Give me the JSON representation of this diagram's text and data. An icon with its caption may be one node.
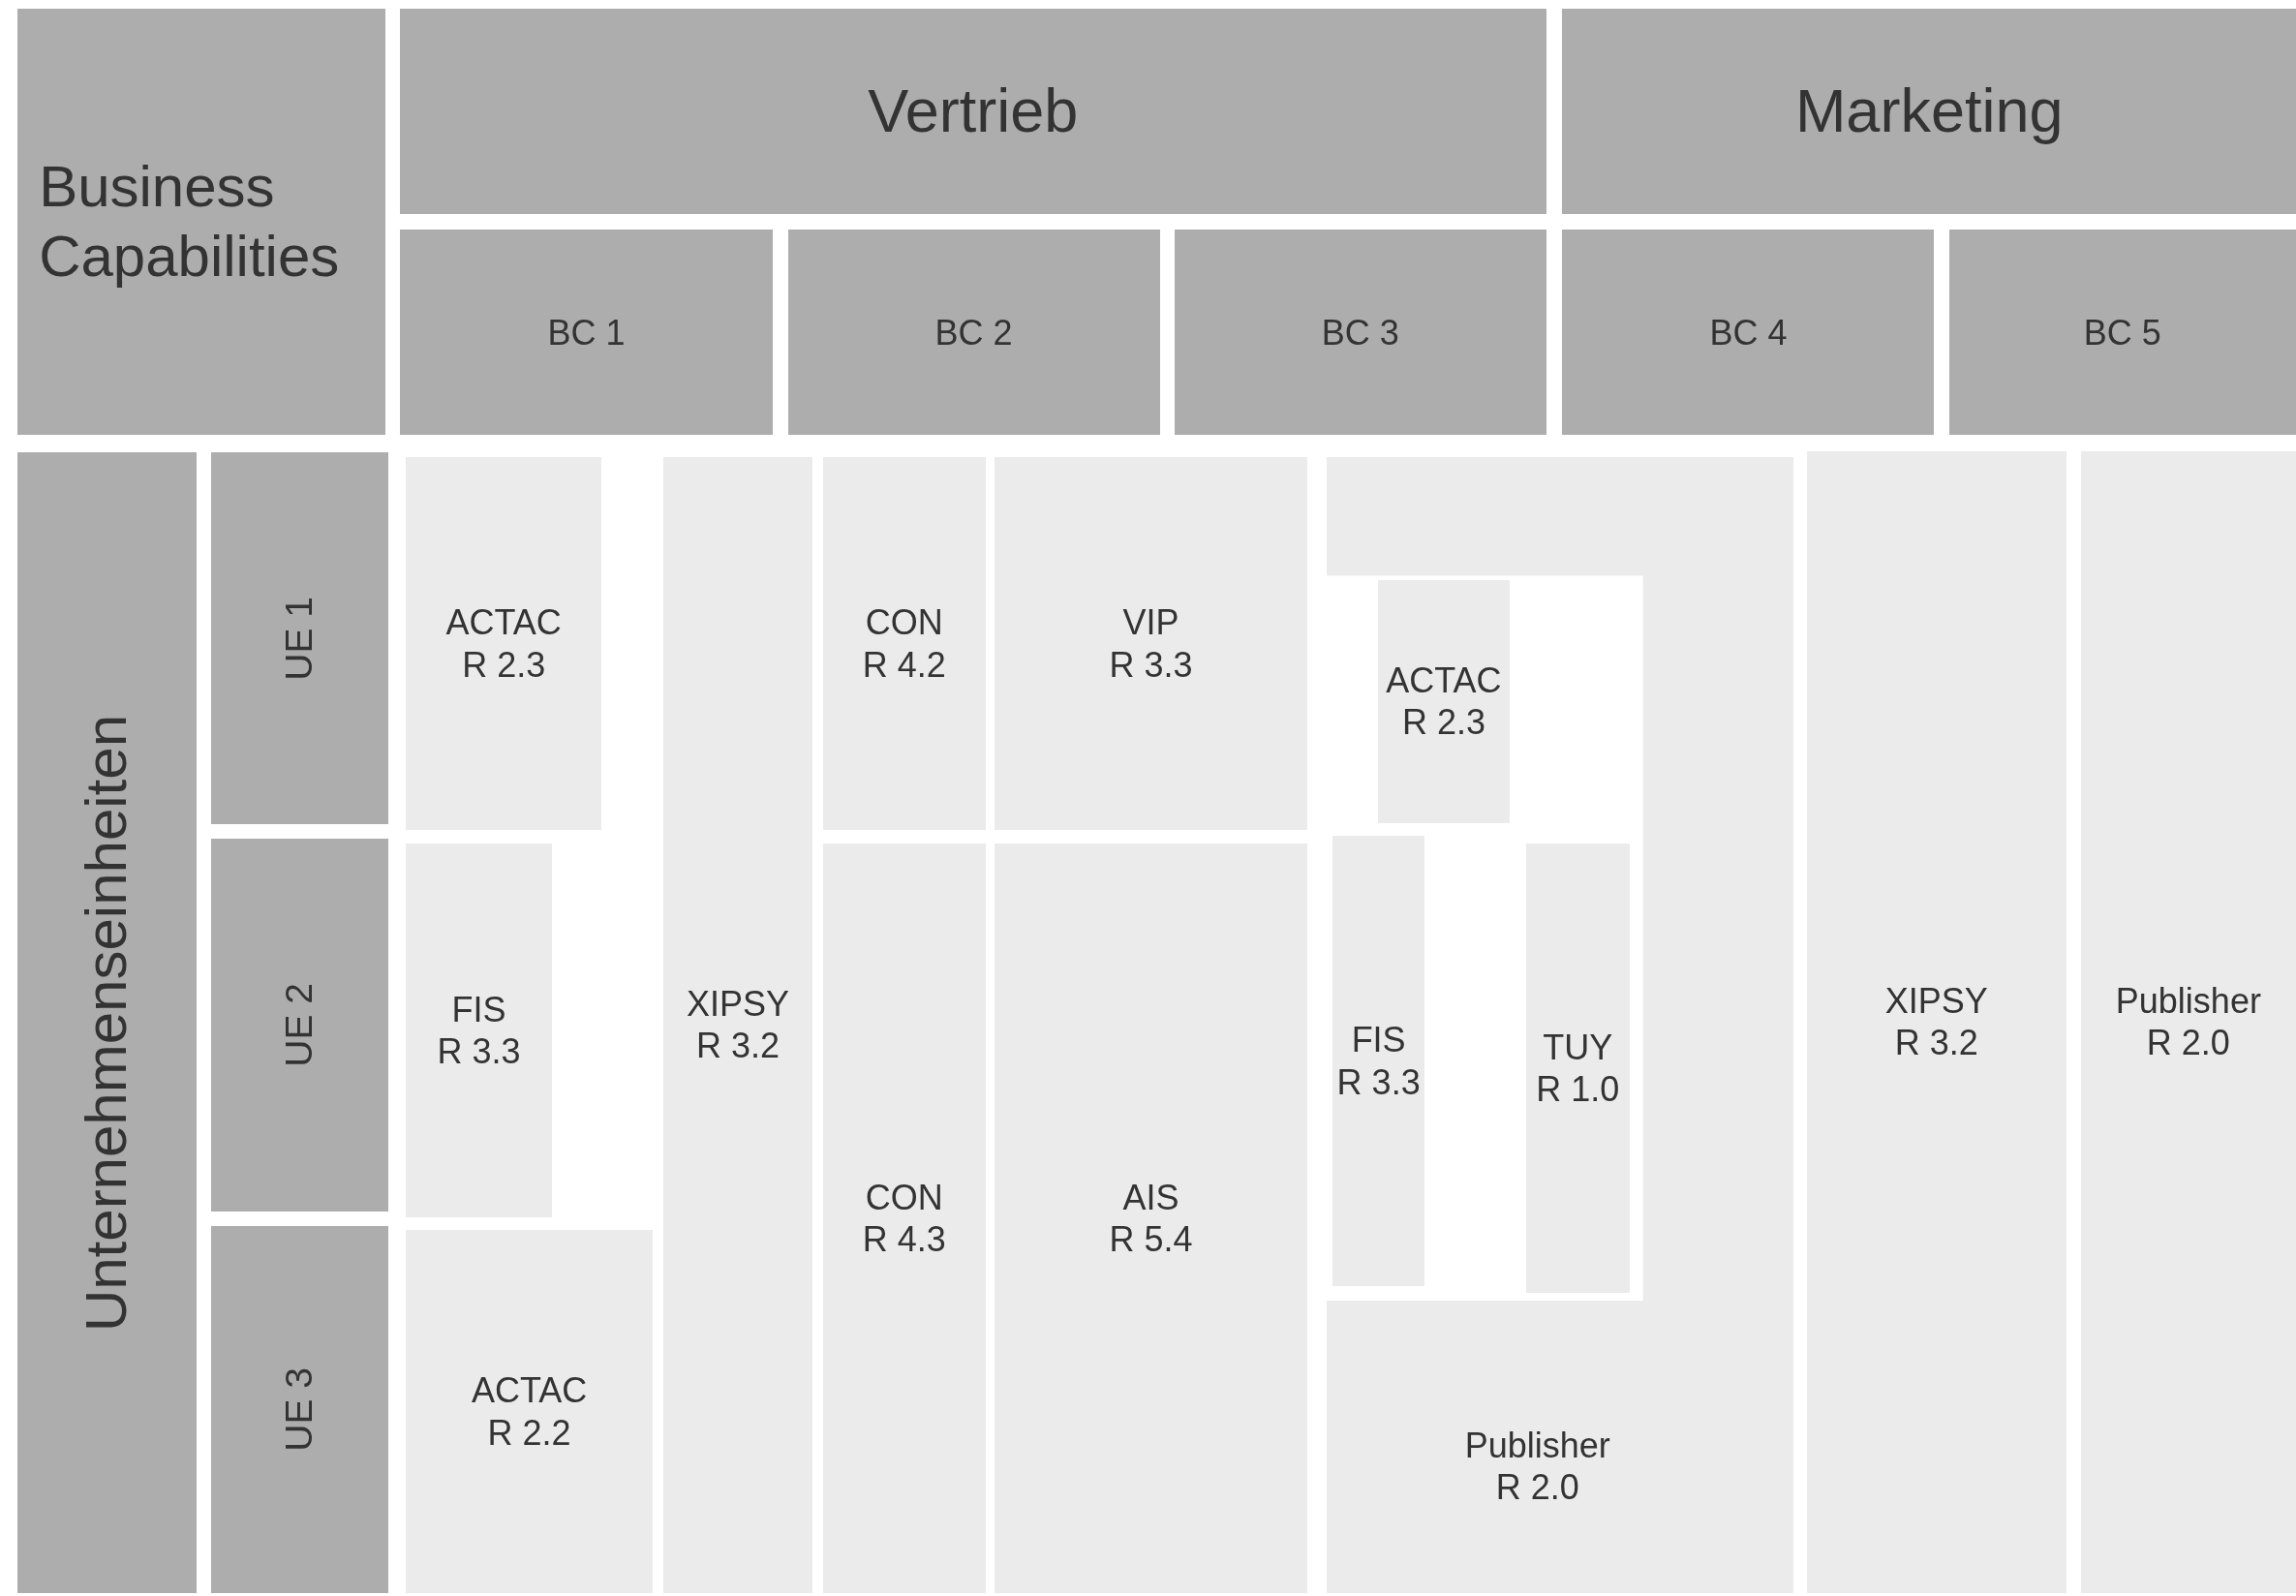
{
  "diagram": {
    "nodes": [
      {
        "text": [
          "Business Capabilities"
        ]
      },
      {
        "text": [
          "Vertrieb"
        ]
      },
      {
        "text": [
          "Marketing"
        ]
      },
      {
        "text": [
          "BC 1"
        ]
      },
      {
        "text": [
          "BC 2"
        ]
      },
      {
        "text": [
          "BC 3"
        ]
      },
      {
        "text": [
          "BC 4"
        ]
      },
      {
        "text": [
          "BC 5"
        ]
      },
      {
        "text": [
          "Unternehmenseinheiten"
        ]
      },
      {
        "text": [
          "UE 1"
        ]
      },
      {
        "text": [
          "UE 2"
        ]
      },
      {
        "text": [
          "UE 3"
        ]
      },
      {
        "text": [
          "ACTAC",
          "R 2.3"
        ]
      },
      {
        "text": [
          "XIPSY",
          "R 3.2"
        ]
      },
      {
        "text": [
          "FIS",
          "R 3.3"
        ]
      },
      {
        "text": [
          "ACTAC",
          "R 2.2"
        ]
      },
      {
        "text": [
          "CON",
          "R 4.2"
        ]
      },
      {
        "text": [
          "VIP",
          "R 3.3"
        ]
      },
      {
        "text": [
          "CON",
          "R 4.3"
        ]
      },
      {
        "text": [
          "AIS",
          "R 5.4"
        ]
      },
      {
        "text": [
          "Publisher",
          "R 2.0"
        ]
      },
      {
        "text": [
          "ACTAC",
          "R 2.3"
        ],
        "in": 20
      },
      {
        "text": [
          "FIS",
          "R 3.3"
        ],
        "in": 20
      },
      {
        "text": [
          "TUY",
          "R 1.0"
        ],
        "in": 20
      },
      {
        "text": [
          "XIPSY",
          "R 3.2"
        ]
      },
      {
        "text": [
          "Publisher",
          "R 2.0"
        ]
      }
    ]
  }
}
